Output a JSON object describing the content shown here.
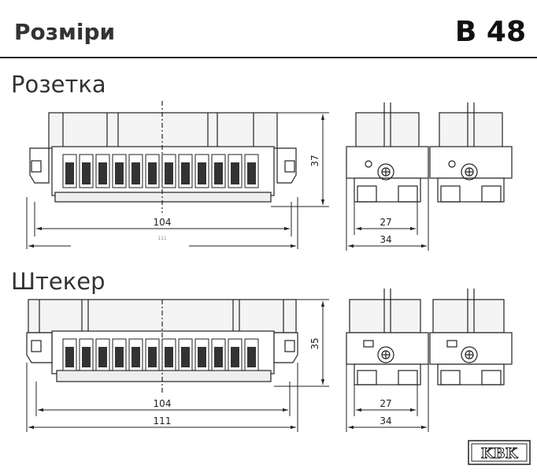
{
  "header": {
    "title": "Розміри",
    "code": "B 48"
  },
  "sections": [
    {
      "title": "Розетка",
      "dims": {
        "width_inner": "104",
        "width_outer": "111",
        "height": "37",
        "side_width_inner": "27",
        "side_width_outer": "34"
      }
    },
    {
      "title": "Штекер",
      "dims": {
        "width_inner": "104",
        "width_outer": "111",
        "height": "35",
        "side_width_inner": "27",
        "side_width_outer": "34"
      }
    }
  ],
  "logo": {
    "text": "KBK"
  }
}
